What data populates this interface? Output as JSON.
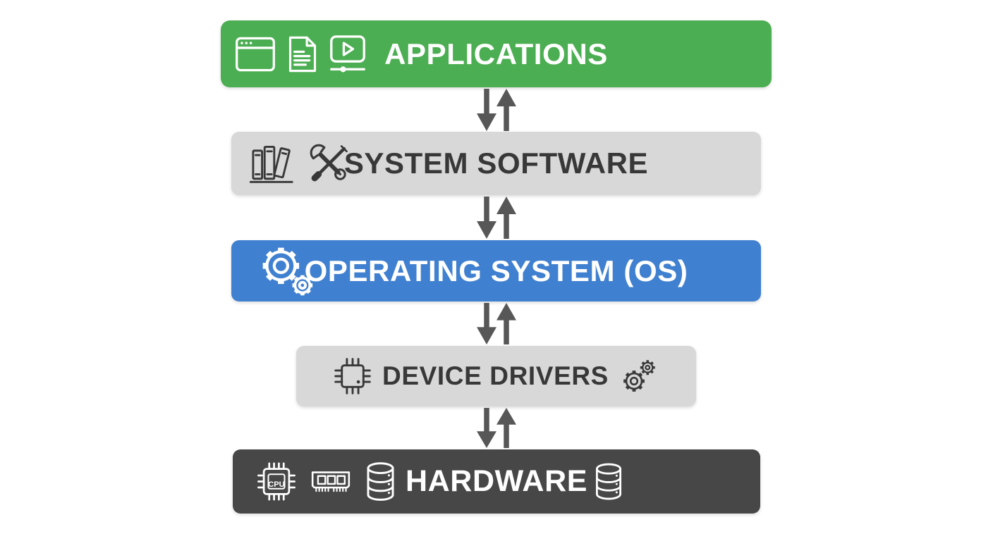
{
  "diagram": {
    "background": "#ffffff",
    "arrow_color": "#575757",
    "connector_style": "bidirectional-vertical-arrows",
    "layers": [
      {
        "label": "APPLICATIONS",
        "color": "#4cae52",
        "text_color": "#ffffff",
        "icons": [
          "browser-window-icon",
          "document-icon",
          "media-player-icon"
        ]
      },
      {
        "label": "SYSTEM SOFTWARE",
        "color": "#d8d8d8",
        "text_color": "#383838",
        "icons": [
          "books-icon",
          "wrench-screwdriver-icon"
        ]
      },
      {
        "label": "OPERATING SYSTEM (OS)",
        "color": "#4080d0",
        "text_color": "#ffffff",
        "icons": [
          "gears-icon"
        ]
      },
      {
        "label": "DEVICE DRIVERS",
        "color": "#d8d8d8",
        "text_color": "#383838",
        "icons": [
          "chip-icon",
          "gears-icon"
        ]
      },
      {
        "label": "HARDWARE",
        "color": "#474747",
        "text_color": "#ffffff",
        "cpu_label": "CPU",
        "icons": [
          "cpu-icon",
          "ram-icon",
          "database-icon",
          "database-icon"
        ]
      }
    ]
  }
}
